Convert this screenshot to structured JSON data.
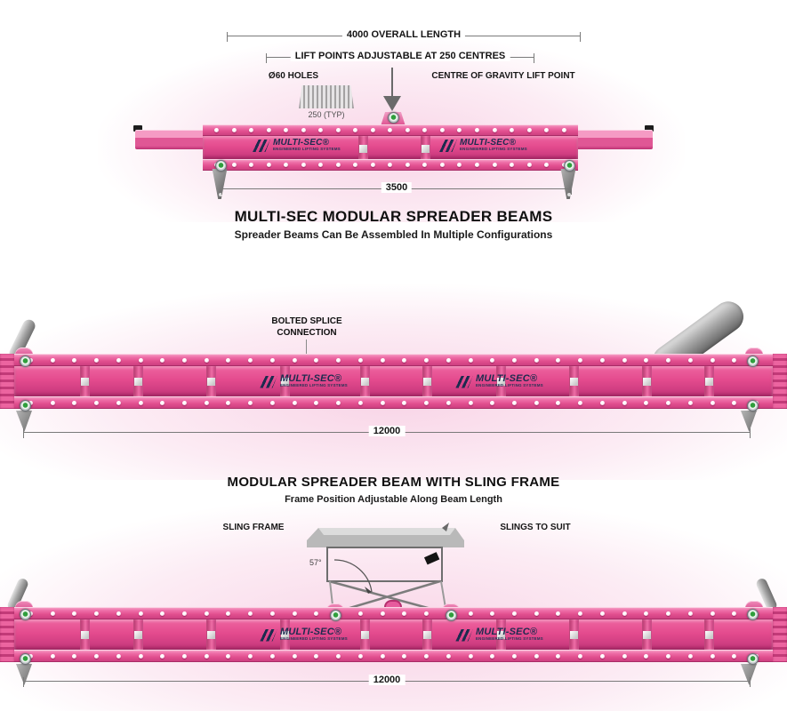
{
  "brand": {
    "name": "MULTI-SEC®",
    "tagline": "ENGINEERED LIFTING SYSTEMS"
  },
  "colors": {
    "beam_pink": "#e4548f",
    "beam_dark_pink": "#c23a78",
    "logo_navy": "#1d2b4f",
    "pin_green": "#2f9e3d",
    "detail_gray": "#8c8c8c",
    "text_black": "#141414"
  },
  "section1": {
    "dim_overall": "4000 OVERALL LENGTH",
    "dim_pitch": "LIFT POINTS ADJUSTABLE AT 250 CENTRES",
    "label_holes": "Ø60 HOLES",
    "label_cog": "CENTRE OF GRAVITY LIFT POINT",
    "label_typ": "250 (TYP)",
    "dim_span": "3500"
  },
  "title": {
    "line1": "MULTI-SEC MODULAR SPREADER BEAMS",
    "line2": "Spreader Beams Can Be Assembled In Multiple Configurations"
  },
  "section2": {
    "callout_line1": "BOLTED SPLICE",
    "callout_line2": "CONNECTION",
    "dim_span": "12000"
  },
  "section3": {
    "title1": "MODULAR SPREADER BEAM WITH SLING FRAME",
    "title2": "Frame Position Adjustable Along Beam Length",
    "label_left": "SLING FRAME",
    "label_right": "SLINGS TO SUIT",
    "angle": "57°",
    "dim_span": "12000"
  }
}
